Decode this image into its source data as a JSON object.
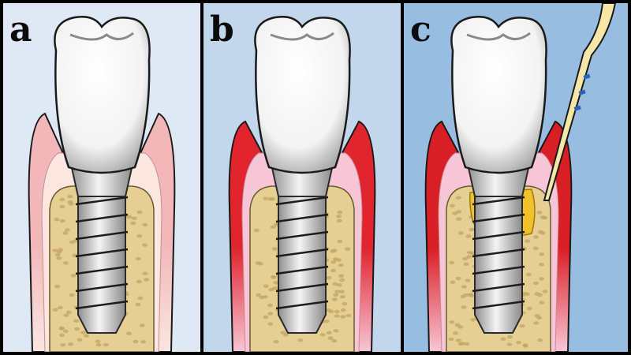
{
  "panels": [
    {
      "id": "a",
      "label": "a",
      "background": "#dfe9f5",
      "gum_color": "#f1b7b9",
      "gum_inner": "#fbe6e0",
      "inflamed": false,
      "calculus": false,
      "probe": false
    },
    {
      "id": "b",
      "label": "b",
      "background": "#c2d6ec",
      "gum_color": "#e0252f",
      "gum_inner": "#f7c6d6",
      "inflamed": true,
      "calculus": false,
      "probe": false
    },
    {
      "id": "c",
      "label": "c",
      "background": "#99bde0",
      "gum_color": "#d91f26",
      "gum_inner": "#f7c6d6",
      "inflamed": true,
      "calculus": true,
      "probe": true
    }
  ],
  "colors": {
    "bone": "#e6cf93",
    "bone_dots": "#c3a666",
    "crown": "#f3f3f3",
    "implant": "#c7c7c7",
    "thread": "#1c1c1c",
    "calculus": "#f1c12a",
    "probe": "#f6e7a8",
    "probe_band": "#2a64b8"
  },
  "icons": [
    "crown-icon",
    "implant-screw-icon",
    "periodontal-probe-icon"
  ]
}
